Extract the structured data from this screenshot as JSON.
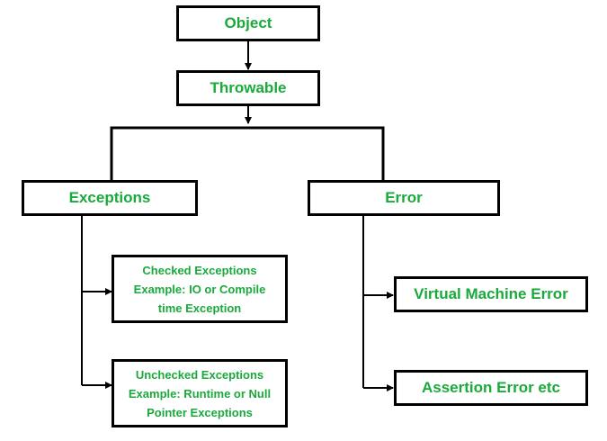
{
  "nodes": {
    "object": "Object",
    "throwable": "Throwable",
    "exceptions": "Exceptions",
    "error": "Error",
    "checked": [
      "Checked Exceptions",
      "Example: IO or Compile",
      "time Exception"
    ],
    "unchecked": [
      "Unchecked Exceptions",
      "Example: Runtime or Null",
      "Pointer Exceptions"
    ],
    "vm_error": "Virtual Machine Error",
    "assertion_error": "Assertion Error etc"
  },
  "colors": {
    "text": "#1aaa3c",
    "border": "#000000",
    "background": "#ffffff"
  }
}
